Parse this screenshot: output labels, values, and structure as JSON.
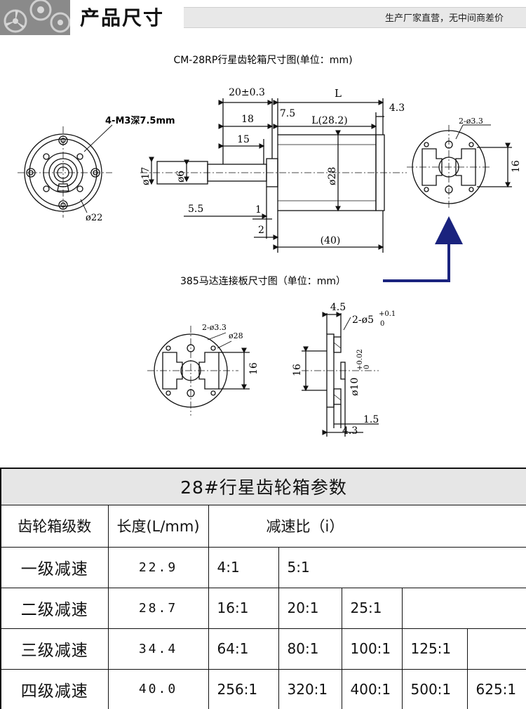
{
  "header": {
    "title": "产品尺寸",
    "slogan": "生产厂家直营，无中间商差价"
  },
  "drawing1": {
    "caption": "CM-28RP行星齿轮箱尺寸图(单位：mm)",
    "labels": {
      "screw": "4-M3深7.5mm",
      "d22": "ø22",
      "d20": "20±0.3",
      "L": "L",
      "d18": "18",
      "d75": "7.5",
      "L282": "L(28.2)",
      "d43": "4.3",
      "d15": "15",
      "phi17": "ø17",
      "phi6": "ø6",
      "phi28": "ø28",
      "d55": "5.5",
      "d1": "1",
      "d2": "2",
      "d40": "(40)",
      "holes": "2-ø3.3",
      "d16": "16"
    }
  },
  "drawing2": {
    "caption": "385马达连接板尺寸图（单位：mm）",
    "labels": {
      "holes": "2-ø3.3",
      "phi28": "ø28",
      "d16a": "16",
      "d45": "4.5",
      "phi5": "2-ø5",
      "phi5tol_up": "+0.1",
      "phi5tol_low": "0",
      "d16b": "16",
      "phi10": "ø10",
      "phi10tol_up": "+0.02",
      "phi10tol_low": "0",
      "d15": "1.5",
      "d43": "4.3"
    }
  },
  "params": {
    "title": "28#行星齿轮箱参数",
    "headers": {
      "stage": "齿轮箱级数",
      "length": "长度(L/mm)",
      "ratio": "减速比（i）"
    },
    "rows": [
      {
        "stage": "一级减速",
        "length": "22.9",
        "ratios": [
          "4:1",
          "5:1"
        ]
      },
      {
        "stage": "二级减速",
        "length": "28.7",
        "ratios": [
          "16:1",
          "20:1",
          "25:1"
        ]
      },
      {
        "stage": "三级减速",
        "length": "34.4",
        "ratios": [
          "64:1",
          "80:1",
          "100:1",
          "125:1"
        ]
      },
      {
        "stage": "四级减速",
        "length": "40.0",
        "ratios": [
          "256:1",
          "320:1",
          "400:1",
          "500:1",
          "625:1"
        ]
      }
    ]
  },
  "colors": {
    "arrow": "#1a237e",
    "header_gray": "#8a8a8a",
    "title_row_bg": "#e6e6e6"
  }
}
